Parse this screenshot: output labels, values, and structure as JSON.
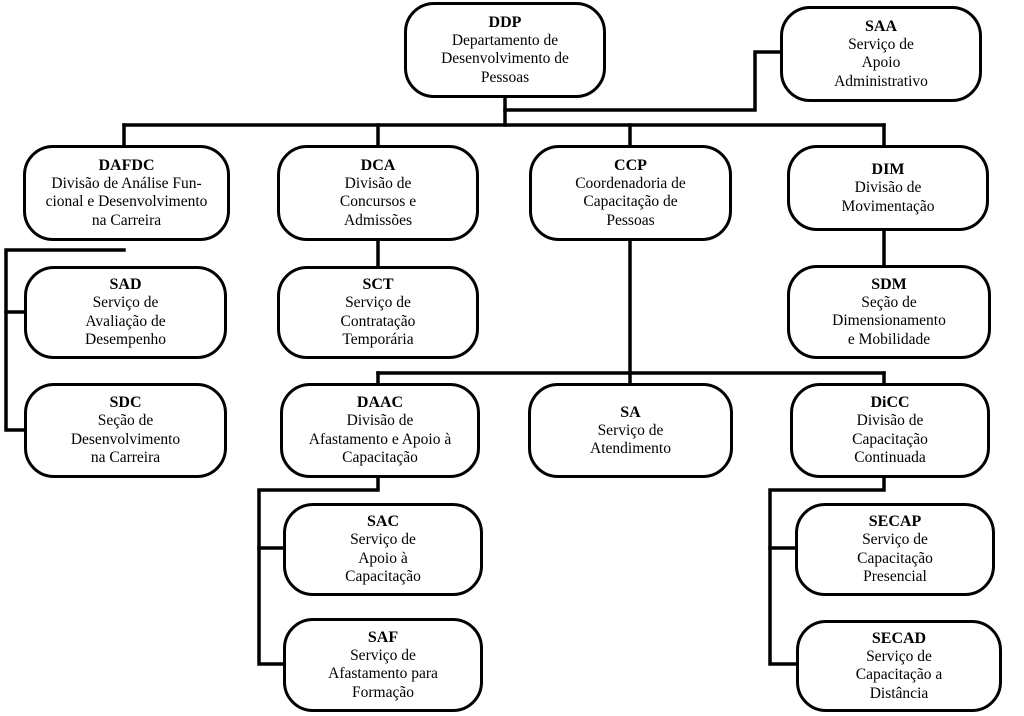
{
  "units": {
    "ddp": {
      "code": "DDP",
      "name": "Departamento de\nDesenvolvimento de\nPessoas"
    },
    "saa": {
      "code": "SAA",
      "name": "Serviço de\nApoio\nAdministrativo"
    },
    "dafdc": {
      "code": "DAFDC",
      "name": "Divisão de Análise Fun-\ncional e Desenvolvimento\nna Carreira"
    },
    "dca": {
      "code": "DCA",
      "name": "Divisão de\nConcursos e\nAdmissões"
    },
    "ccp": {
      "code": "CCP",
      "name": "Coordenadoria de\nCapacitação de\nPessoas"
    },
    "dim": {
      "code": "DIM",
      "name": "Divisão de\nMovimentação"
    },
    "sad": {
      "code": "SAD",
      "name": "Serviço de\nAvaliação de\nDesempenho"
    },
    "sct": {
      "code": "SCT",
      "name": "Serviço de\nContratação\nTemporária"
    },
    "sdm": {
      "code": "SDM",
      "name": "Seção de\nDimensionamento\ne Mobilidade"
    },
    "sdc": {
      "code": "SDC",
      "name": "Seção de\nDesenvolvimento\nna Carreira"
    },
    "daac": {
      "code": "DAAC",
      "name": "Divisão de\nAfastamento e Apoio à\nCapacitação"
    },
    "sa": {
      "code": "SA",
      "name": "Serviço de\nAtendimento"
    },
    "dicc": {
      "code": "DiCC",
      "name": "Divisão de\nCapacitação\nContinuada"
    },
    "sac": {
      "code": "SAC",
      "name": "Serviço de\nApoio à\nCapacitação"
    },
    "secap": {
      "code": "SECAP",
      "name": "Serviço de\nCapacitação\nPresencial"
    },
    "saf": {
      "code": "SAF",
      "name": "Serviço de\nAfastamento para\nFormação"
    },
    "secad": {
      "code": "SECAD",
      "name": "Serviço de\nCapacitação a\nDistância"
    }
  }
}
